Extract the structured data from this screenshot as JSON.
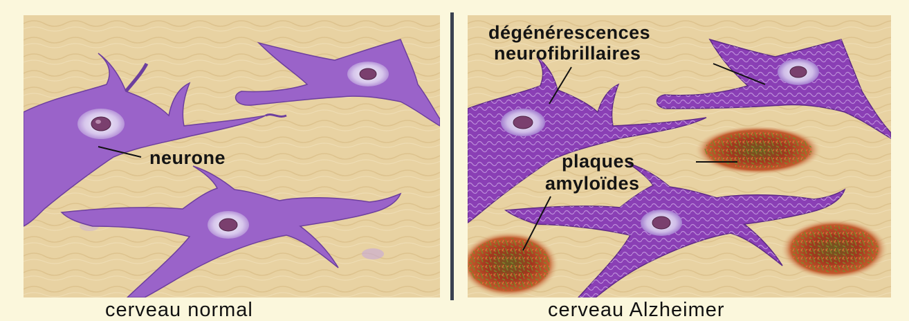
{
  "panels": {
    "left": {
      "caption": "cerveau normal",
      "labels": {
        "neuron": "neurone"
      }
    },
    "right": {
      "caption": "cerveau Alzheimer",
      "labels": {
        "tangles_line1": "dégénérescences",
        "tangles_line2": "neurofibrillaires",
        "plaques_line1": "plaques",
        "plaques_line2": "amyloïdes"
      }
    }
  },
  "colors": {
    "background": "#fbf7dc",
    "tissue": "#e8d2a2",
    "neuron": "#9a63c9",
    "neuron_diseased": "#8a3fb5",
    "plaque": "#a3361e",
    "divider": "#3a4150"
  }
}
